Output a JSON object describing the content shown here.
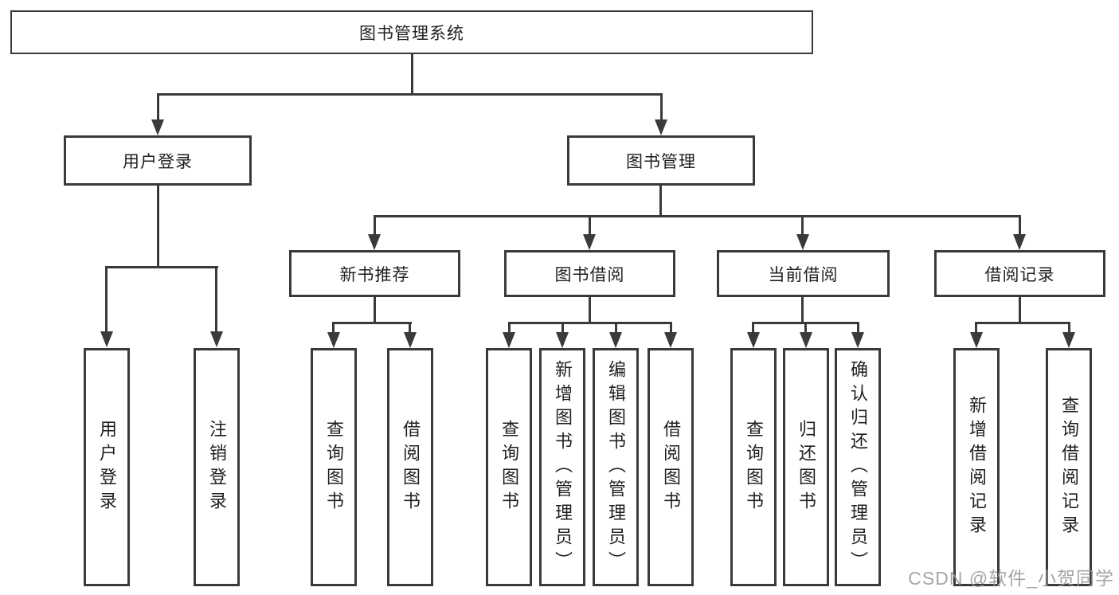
{
  "tree": {
    "label": "图书管理系统",
    "children": [
      {
        "label": "用户登录",
        "children": [
          {
            "label": "用户登录"
          },
          {
            "label": "注销登录"
          }
        ]
      },
      {
        "label": "图书管理",
        "children": [
          {
            "label": "新书推荐",
            "children": [
              {
                "label": "查询图书"
              },
              {
                "label": "借阅图书"
              }
            ]
          },
          {
            "label": "图书借阅",
            "children": [
              {
                "label": "查询图书"
              },
              {
                "label": "新增图书（管理员）"
              },
              {
                "label": "编辑图书（管理员）"
              },
              {
                "label": "借阅图书"
              }
            ]
          },
          {
            "label": "当前借阅",
            "children": [
              {
                "label": "查询图书"
              },
              {
                "label": "归还图书"
              },
              {
                "label": "确认归还（管理员）"
              }
            ]
          },
          {
            "label": "借阅记录",
            "children": [
              {
                "label": "新增借阅记录"
              },
              {
                "label": "查询借阅记录"
              }
            ]
          }
        ]
      }
    ]
  },
  "watermark": {
    "text": "CSDN @软件_小贺同学"
  },
  "colors": {
    "line": "#3a3a3a",
    "text": "#1f1f1f",
    "watermark": "#969696",
    "bg": "#ffffff"
  }
}
